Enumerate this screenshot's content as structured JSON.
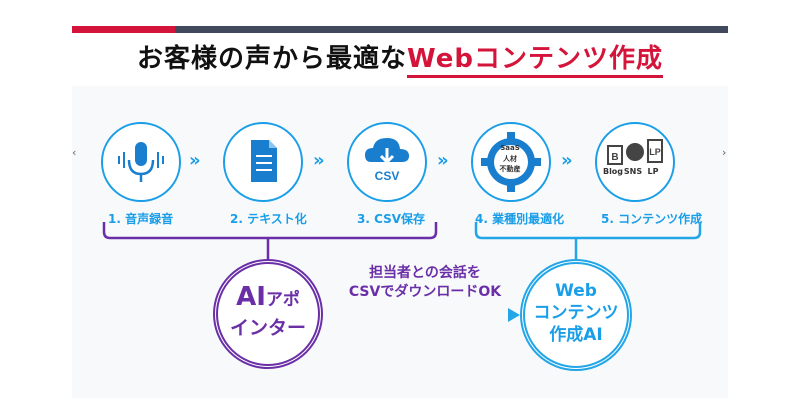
{
  "title": {
    "prefix": "お客様の声から最適な",
    "highlight": "Webコンテンツ作成"
  },
  "steps": [
    {
      "label": "1. 音声録音",
      "icon": "microphone-icon"
    },
    {
      "label": "2. テキスト化",
      "icon": "document-icon"
    },
    {
      "label": "3. CSV保存",
      "icon": "cloud-download-icon",
      "icon_text": "CSV"
    },
    {
      "label": "4. 業種別最適化",
      "icon": "gear-icon",
      "icon_tags": [
        "SaaS",
        "人材",
        "不動産"
      ]
    },
    {
      "label": "5. コンテンツ作成",
      "icon": "content-types-icon",
      "icon_tags": [
        "Blog",
        "SNS",
        "LP"
      ]
    }
  ],
  "ai_circle": {
    "line1_big": "AI",
    "line1_small": "アポ",
    "line2": "インター"
  },
  "web_circle": {
    "line1": "Web",
    "line2": "コンテンツ",
    "line3": "作成AI"
  },
  "connector": {
    "line1": "担当者との会話を",
    "line2": "CSVでダウンロードOK"
  },
  "colors": {
    "accent_red": "#d4143a",
    "step_blue": "#1a9ee8",
    "ai_purple": "#6a2fa7",
    "bar_dark": "#404a5c"
  }
}
